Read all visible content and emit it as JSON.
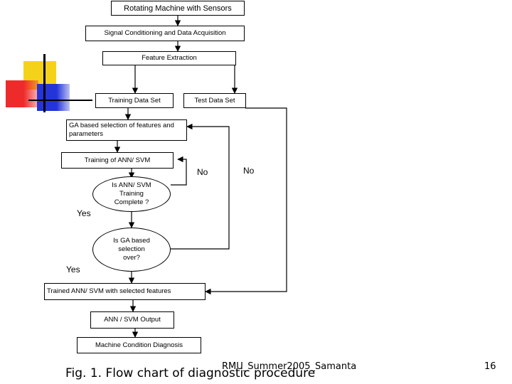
{
  "boxes": {
    "rotating": "Rotating Machine with Sensors",
    "signal": "Signal Conditioning and Data Acquisition",
    "feature": "Feature Extraction",
    "training_set": "Training Data Set",
    "test_set": "Test Data Set",
    "ga_selection": "GA based selection of features and parameters",
    "training_ann": "Training of ANN/ SVM",
    "trained": "Trained ANN/ SVM with selected features",
    "output": "ANN / SVM Output",
    "diagnosis": "Machine Condition Diagnosis"
  },
  "decisions": {
    "training_complete": "Is ANN/ SVM\nTraining\nComplete ?",
    "ga_over": "Is GA based\nselection\nover?"
  },
  "labels": {
    "no_1": "No",
    "no_2": "No",
    "yes_1": "Yes",
    "yes_2": "Yes"
  },
  "footer": {
    "caption": "Fig. 1. Flow chart of diagnostic procedure",
    "source": "RMU_Summer2005_Samanta",
    "page_number": "16"
  },
  "colors": {
    "deco_yellow": "#f5d21a",
    "deco_red": "#ee2b2b",
    "deco_blue": "#2434d8",
    "line": "#000000"
  }
}
